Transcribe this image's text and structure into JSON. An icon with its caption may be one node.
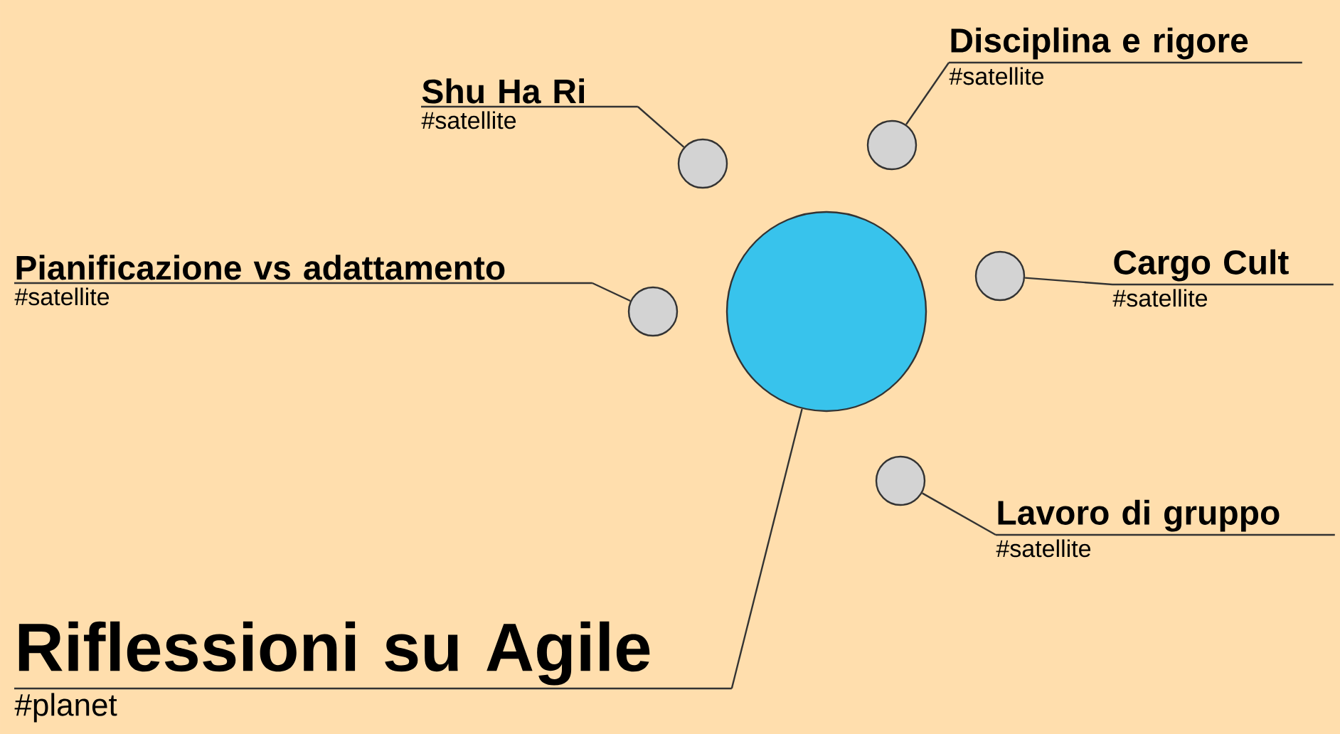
{
  "diagram": {
    "nodes": [
      {
        "text": [
          "Disciplina e rigore",
          "#satellite"
        ]
      },
      {
        "text": [
          "Shu Ha Ri",
          "#satellite"
        ]
      },
      {
        "text": [],
        "shape": "circle"
      },
      {
        "text": [],
        "shape": "circle"
      },
      {
        "text": [
          "Pianificazione vs adattamento",
          "#satellite"
        ]
      },
      {
        "text": [
          "Cargo Cult",
          "#satellite"
        ]
      },
      {
        "text": [],
        "shape": "circle"
      },
      {
        "text": [],
        "shape": "circle"
      },
      {
        "text": [],
        "shape": "circle"
      },
      {
        "text": [],
        "shape": "circle"
      },
      {
        "text": [
          "Lavoro di gruppo",
          "#satellite"
        ]
      },
      {
        "text": [
          "Riflessioni su Agile",
          "#planet"
        ]
      }
    ],
    "edges": [
      {
        "from": 0,
        "to": 3,
        "arrow": "none"
      },
      {
        "from": 1,
        "to": 2,
        "arrow": "none"
      },
      {
        "from": 4,
        "to": 7,
        "arrow": "none"
      },
      {
        "from": 5,
        "to": 6,
        "arrow": "none"
      },
      {
        "from": 10,
        "to": 9,
        "arrow": "none"
      },
      {
        "from": 11,
        "to": 8,
        "arrow": "none"
      }
    ]
  }
}
